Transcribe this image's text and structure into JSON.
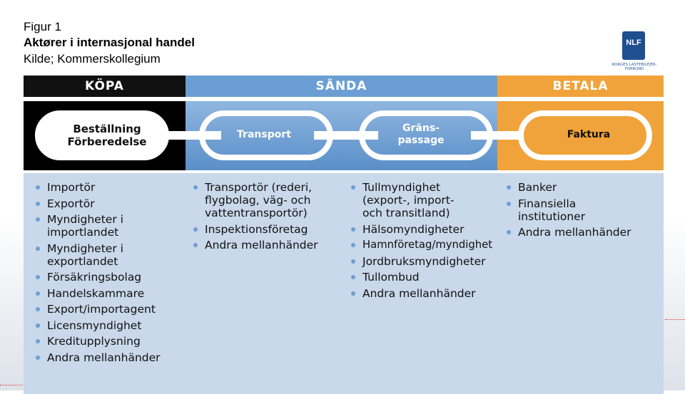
{
  "header": {
    "figure": "Figur 1",
    "title": "Aktører i internasjonal handel",
    "source": "Kilde; Kommerskollegium"
  },
  "logo": {
    "mark": "NLF",
    "subtitle": "NORGES LASTEBILEIER-FORBUND"
  },
  "bands": {
    "kopa": "KÖPA",
    "sanda": "SÄNDA",
    "betala": "BETALA"
  },
  "links": {
    "order": [
      "Beställning",
      "Förberedelse"
    ],
    "transport": "Transport",
    "border": [
      "Gräns-",
      "passage"
    ],
    "invoice": "Faktura"
  },
  "colors": {
    "kopa": "#111111",
    "sanda": "#6b9fd4",
    "betala": "#f0a33a",
    "panel": "#c9d8ea"
  },
  "lists": {
    "kopa": [
      "Importör",
      "Exportör",
      "Myndigheter i importlandet",
      "Myndigheter i exportlandet",
      "Försäkringsbolag",
      "Handelskammare",
      "Export/importagent",
      "Licensmyndighet",
      "Kreditupplysning",
      "Andra mellanhänder"
    ],
    "sanda": [
      "Transportör (rederi, flygbolag, väg- och vattentransportör)",
      "Inspektionsföretag",
      "Andra mellanhänder"
    ],
    "border": [
      "Tullmyndighet (export-, import- och transitland)",
      "Hälsomyndigheter",
      "Hamnföretag/myndighet",
      "Jordbruksmyndigheter",
      "Tullombud",
      "Andra mellanhänder"
    ],
    "betala": [
      "Banker",
      "Finansiella institutioner",
      "Andra mellanhänder"
    ]
  }
}
